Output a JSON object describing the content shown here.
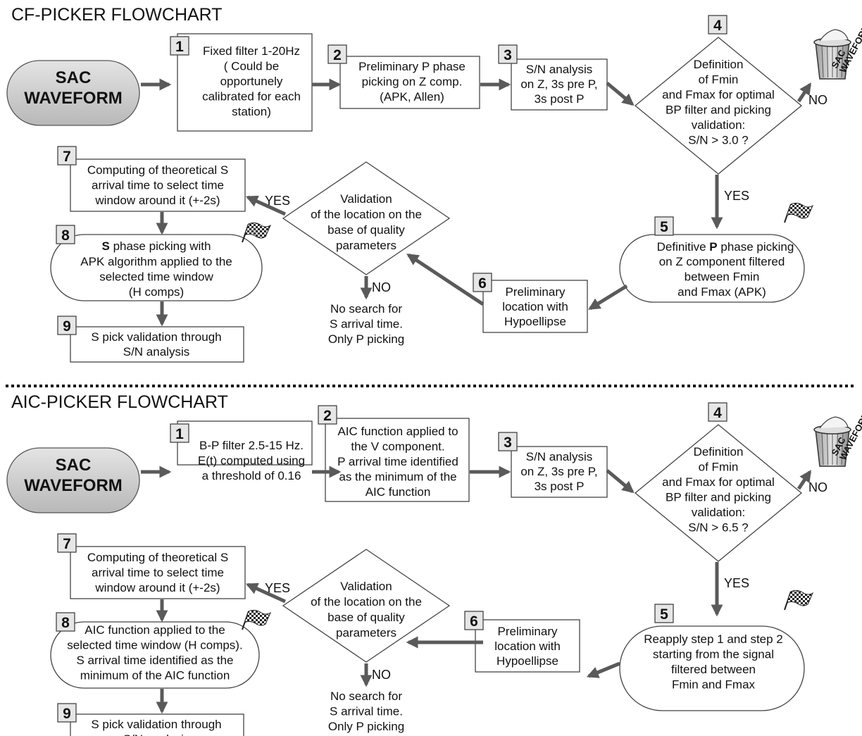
{
  "charts": [
    {
      "title": "CF-PICKER FLOWCHART",
      "source": [
        "SAC",
        "WAVEFORM"
      ],
      "trash": [
        "SAC",
        "WAVEFORM"
      ],
      "steps": {
        "s1": {
          "num": "1",
          "lines": [
            "Fixed filter 1-20Hz",
            "( Could be",
            "opportunely",
            "calibrated for each",
            "station)"
          ]
        },
        "s2": {
          "num": "2",
          "lines": [
            "Preliminary P phase",
            "picking on Z comp.",
            "(APK, Allen)"
          ]
        },
        "s3": {
          "num": "3",
          "lines": [
            "S/N analysis",
            "on Z, 3s pre P,",
            "3s post P"
          ]
        },
        "s4": {
          "num": "4",
          "lines": [
            "Definition",
            "of Fmin",
            "and Fmax for optimal",
            "BP filter and picking",
            "validation:",
            "S/N > 3.0 ?"
          ]
        },
        "s5": {
          "num": "5",
          "lines": [
            "Definitive P phase picking",
            "on Z component filtered",
            "between Fmin",
            "and Fmax (APK)"
          ]
        },
        "s6": {
          "num": "6",
          "lines": [
            "Preliminary",
            "location with",
            "Hypoellipse"
          ]
        },
        "validation": {
          "lines": [
            "Validation",
            "of the location on the",
            "base of quality",
            "parameters"
          ]
        },
        "s7": {
          "num": "7",
          "lines": [
            "Computing of theoretical S",
            "arrival time to select time",
            "window around it (+-2s)"
          ]
        },
        "s8": {
          "num": "8",
          "lines": [
            "S phase picking with",
            "APK algorithm applied to the",
            "selected time window",
            "(H comps)"
          ]
        },
        "s9": {
          "num": "9",
          "lines": [
            "S pick validation through",
            "S/N analysis"
          ]
        },
        "nosearch": {
          "lines": [
            "No search for",
            "S arrival time.",
            "Only P picking"
          ]
        }
      },
      "labels": {
        "yes_down": "YES",
        "no_trash": "NO",
        "yes_left": "YES",
        "no_down": "NO"
      }
    },
    {
      "title": "AIC-PICKER FLOWCHART",
      "source": [
        "SAC",
        "WAVEFORM"
      ],
      "trash": [
        "SAC",
        "WAVEFORM"
      ],
      "steps": {
        "s1": {
          "num": "1",
          "lines": [
            "B-P filter 2.5-15 Hz.",
            "E(t) computed using",
            "a threshold of 0.16"
          ]
        },
        "s2": {
          "num": "2",
          "lines": [
            "AIC function applied to",
            "the V component.",
            "P arrival time identified",
            "as the minimum of the",
            "AIC function"
          ]
        },
        "s3": {
          "num": "3",
          "lines": [
            "S/N analysis",
            "on Z, 3s pre P,",
            "3s post P"
          ]
        },
        "s4": {
          "num": "4",
          "lines": [
            "Definition",
            "of Fmin",
            "and Fmax for optimal",
            "BP filter and picking",
            "validation:",
            "S/N > 6.5 ?"
          ]
        },
        "s5": {
          "num": "5",
          "lines": [
            "Reapply step 1 and step 2",
            "starting from the signal",
            "filtered between",
            "Fmin and Fmax"
          ]
        },
        "s6": {
          "num": "6",
          "lines": [
            "Preliminary",
            "location with",
            "Hypoellipse"
          ]
        },
        "validation": {
          "lines": [
            "Validation",
            "of the location on the",
            "base of quality",
            "parameters"
          ]
        },
        "s7": {
          "num": "7",
          "lines": [
            "Computing of theoretical S",
            "arrival time to select time",
            "window around it (+-2s)"
          ]
        },
        "s8": {
          "num": "8",
          "lines": [
            "AIC function applied to the",
            "selected time window (H comps).",
            "S arrival time identified as the",
            "minimum of the AIC function"
          ]
        },
        "s9": {
          "num": "9",
          "lines": [
            "S pick validation through",
            "S/N analysis"
          ]
        },
        "nosearch": {
          "lines": [
            "No search for",
            "S arrival time.",
            "Only P picking"
          ]
        }
      },
      "labels": {
        "yes_down": "YES",
        "no_trash": "NO",
        "yes_left": "YES",
        "no_down": "NO"
      }
    }
  ]
}
